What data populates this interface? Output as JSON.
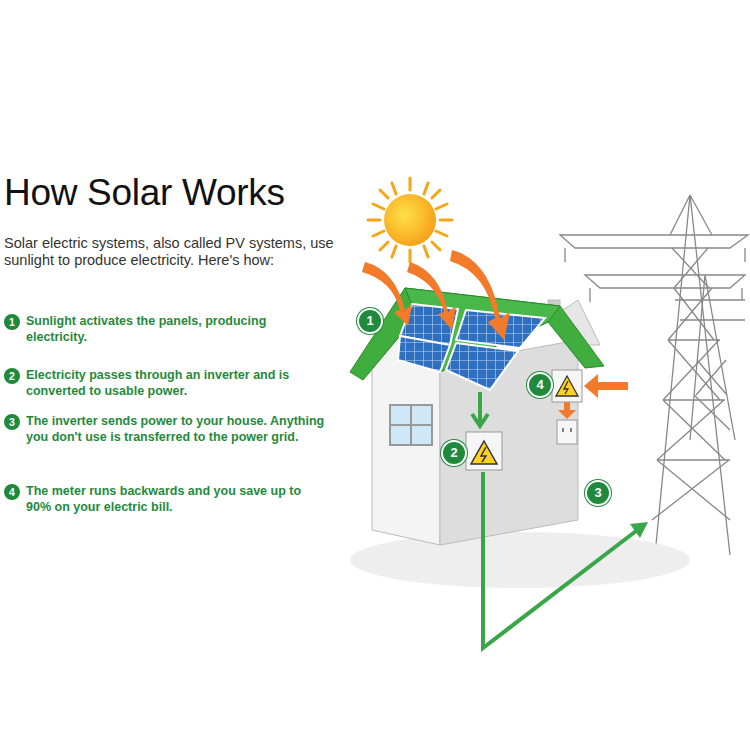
{
  "diagram": {
    "title": "How Solar Works",
    "labels": [
      "Solar electric systems, also called PV systems, use sunlight to produce electricity. Here's how:",
      "1",
      "Sunlight activates the panels, producing electricity.",
      "2",
      "Electricity passes through an inverter and is converted to usable power.",
      "3",
      "The inverter sends power to your house. Anything you don't use is transferred to the power grid.",
      "4",
      "The meter runs backwards and you save up to 90% on your electric bill.",
      "1",
      "2",
      "3",
      "4"
    ]
  }
}
